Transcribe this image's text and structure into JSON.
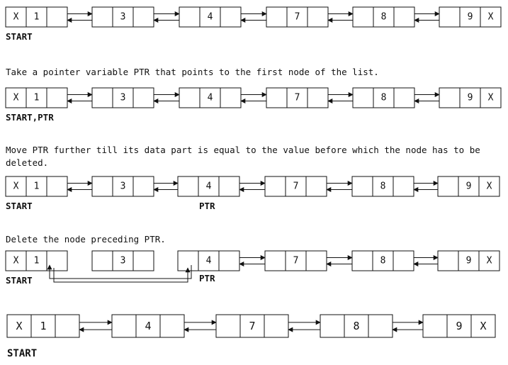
{
  "labels": {
    "start": "START",
    "start_ptr": "START,PTR",
    "ptr": "PTR"
  },
  "symbols": {
    "null": "X"
  },
  "steps": [
    {
      "caption": "",
      "nodes": [
        "1",
        "3",
        "4",
        "7",
        "8",
        "9"
      ]
    },
    {
      "caption": "Take a pointer variable PTR that points to the first node of the list.",
      "nodes": [
        "1",
        "3",
        "4",
        "7",
        "8",
        "9"
      ]
    },
    {
      "caption": "Move PTR further till its data part is equal to the value before which the node has to be deleted.",
      "nodes": [
        "1",
        "3",
        "4",
        "7",
        "8",
        "9"
      ]
    },
    {
      "caption": "Delete the node preceding PTR.",
      "nodes": [
        "1",
        "3",
        "4",
        "7",
        "8",
        "9"
      ]
    },
    {
      "caption": "",
      "nodes": [
        "1",
        "4",
        "7",
        "8",
        "9"
      ]
    }
  ]
}
